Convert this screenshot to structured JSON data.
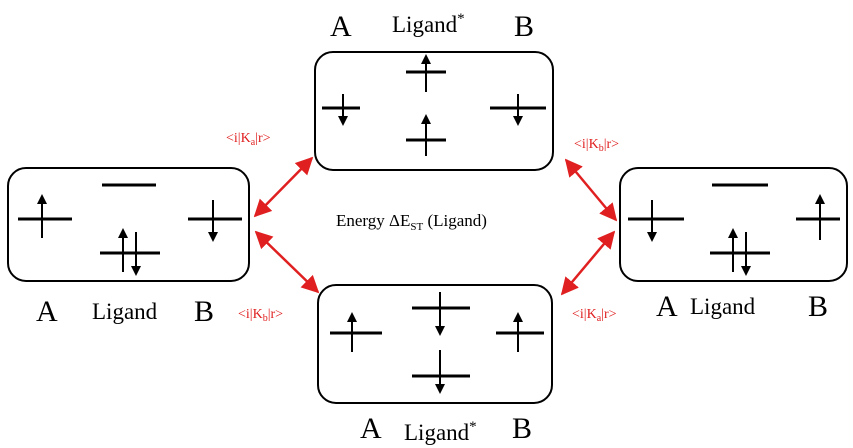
{
  "colors": {
    "arrow": "#e02020",
    "line": "#000000",
    "box_fill": "#ffffff"
  },
  "labels": {
    "a": "A",
    "b": "B",
    "ligand": "Ligand",
    "star": "*"
  },
  "couplings": {
    "ka": {
      "prefix": "<i|K",
      "sub": "a",
      "suffix": "|r>"
    },
    "kb": {
      "prefix": "<i|K",
      "sub": "b",
      "suffix": "|r>"
    }
  },
  "center": {
    "prefix": "Energy ΔE",
    "sub": "ST",
    "suffix": " (Ligand)"
  },
  "icons": [
    "spin-up-arrow-icon",
    "spin-down-arrow-icon",
    "double-headed-arrow-icon"
  ]
}
